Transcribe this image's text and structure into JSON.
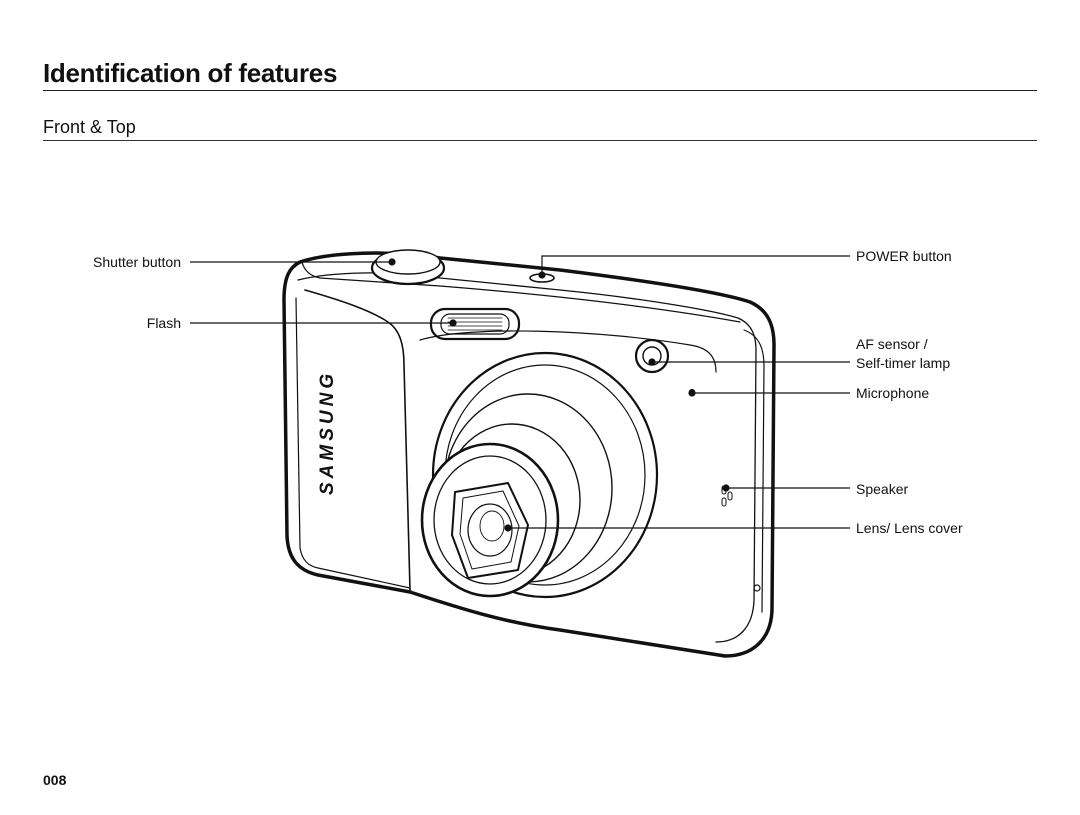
{
  "page": {
    "title": "Identification of features",
    "subtitle": "Front & Top",
    "page_number": "008"
  },
  "figure": {
    "brand_logo": "SAMSUNG",
    "labels": {
      "shutter_button": "Shutter button",
      "flash": "Flash",
      "power_button": "POWER button",
      "af_sensor": "AF sensor /",
      "self_timer_lamp": "Self-timer lamp",
      "microphone": "Microphone",
      "speaker": "Speaker",
      "lens": "Lens/ Lens cover"
    }
  }
}
